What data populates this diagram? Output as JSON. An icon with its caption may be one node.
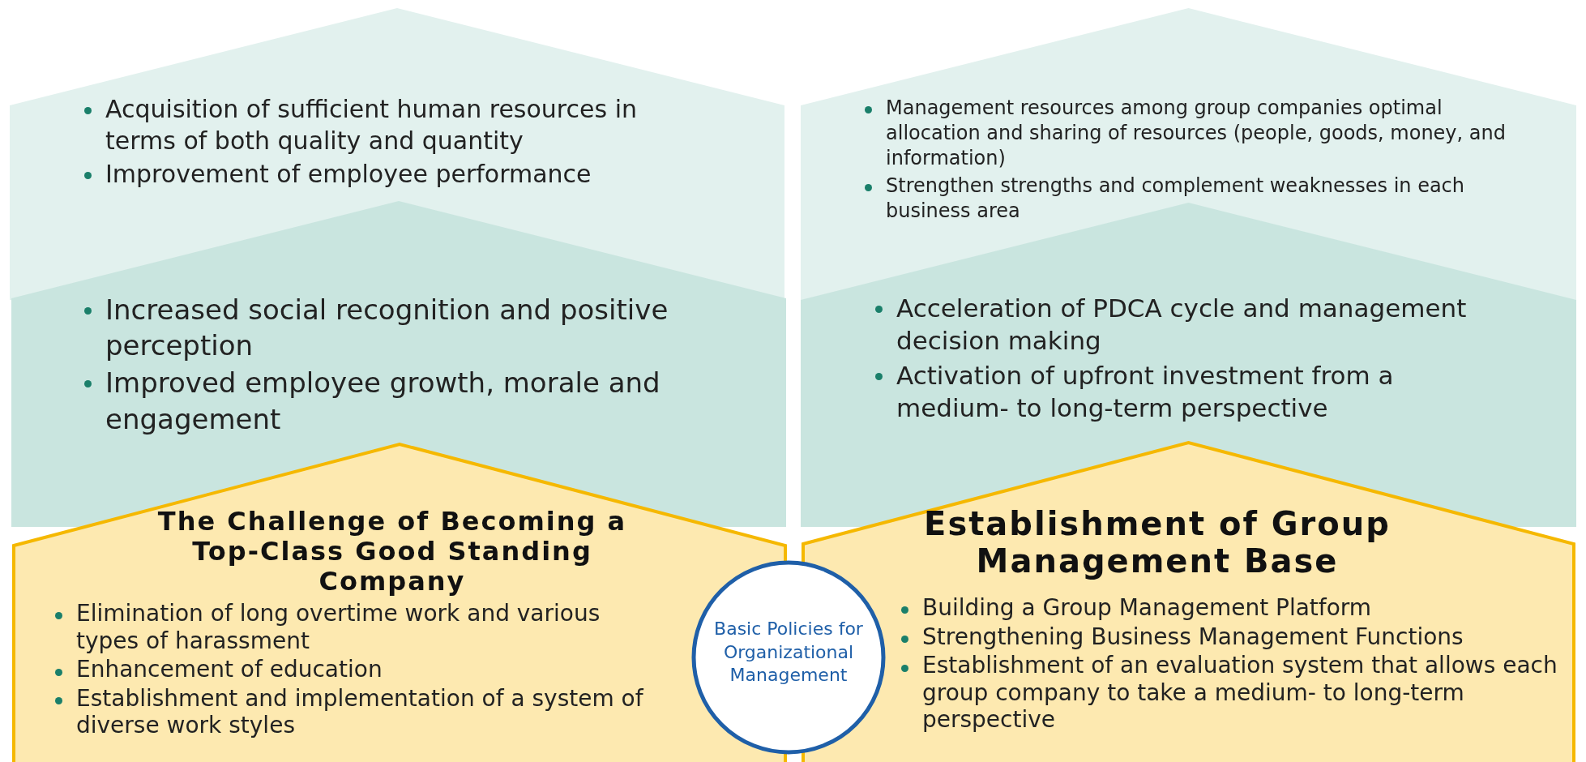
{
  "diagram": {
    "nodes": [
      {
        "text": [
          "Acquisition of sufficient human resources in terms of both quality and quantity",
          "Improvement of employee performance"
        ]
      },
      {
        "text": [
          "Increased social recognition and positive perception",
          "Improved employee growth, morale and engagement"
        ]
      },
      {
        "text": [
          "The Challenge of Becoming a Top-Class Good Standing Company",
          "Elimination of long overtime work and various types of harassment",
          "Enhancement of education",
          "Establishment and implementation of a system of diverse work styles"
        ]
      },
      {
        "text": [
          "Basic Policies for Organizational Management"
        ]
      },
      {
        "text": [
          "Management resources among group companies optimal allocation and sharing of resources (people, goods, money, and information)",
          "Strengthen strengths and complement weaknesses in each business area"
        ]
      },
      {
        "text": [
          "Acceleration of PDCA cycle and management decision making",
          "Activation of upfront investment from a medium- to long-term perspective"
        ]
      },
      {
        "text": [
          "Establishment of Group Management Base",
          "Building a Group Management Platform",
          "Strengthening Business Management Functions",
          "Establishment of an evaluation system that allows each group company to take a medium- to long-term perspective"
        ]
      }
    ]
  }
}
